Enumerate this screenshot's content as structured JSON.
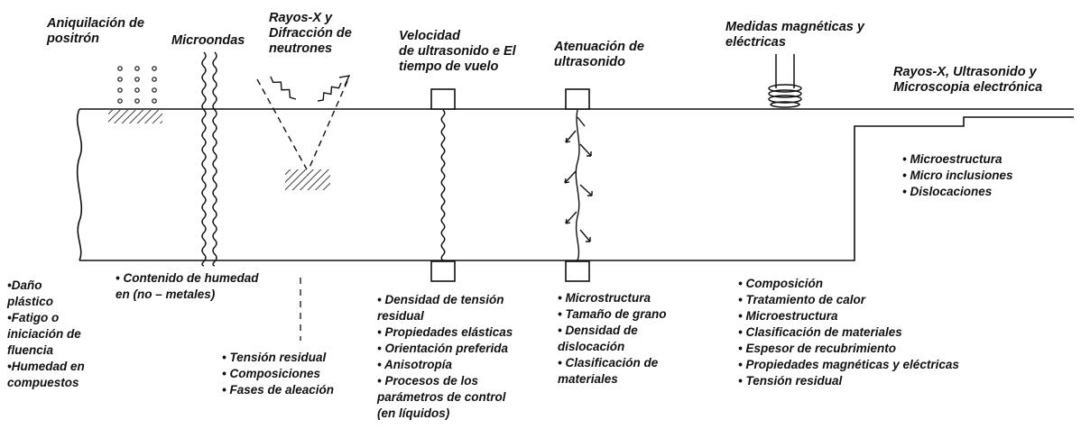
{
  "techniques": {
    "positron": [
      "Aniquilación de",
      "positrón"
    ],
    "microwaves": [
      "Microondas"
    ],
    "xray_neutron": [
      "Rayos-X y",
      "Difracción de",
      "neutrones"
    ],
    "ultrasonic_velocity": [
      "Velocidad",
      "de ultrasonido e El",
      "tiempo de vuelo"
    ],
    "ultrasonic_attenuation": [
      "Atenuación de",
      "ultrasonido"
    ],
    "magnetic_electric": [
      "Medidas magnéticas y",
      "eléctricas"
    ],
    "xray_us_microscopy": [
      "Rayos-X, Ultrasonido y",
      "Microscopia electrónica"
    ]
  },
  "properties": {
    "positron": [
      "•Daño",
      "plástico",
      "•Fatigo  o",
      "iniciación de",
      "fluencia",
      "•Humedad en",
      "compuestos"
    ],
    "microwaves": [
      "• Contenido de humedad",
      "en (no – metales)"
    ],
    "xray_neutron": [
      "• Tensión residual",
      "• Composiciones",
      "• Fases de aleación"
    ],
    "ultrasonic_velocity": [
      "• Densidad de tensión",
      "  residual",
      "• Propiedades elásticas",
      "• Orientación preferida",
      "• Anisotropía",
      "• Procesos de los",
      "  parámetros de control",
      "  (en líquidos)"
    ],
    "ultrasonic_attenuation": [
      "• Microstructura",
      "• Tamaño de grano",
      "• Densidad de",
      "dislocación",
      "• Clasificación de",
      "materiales"
    ],
    "magnetic_electric": [
      "• Composición",
      "• Tratamiento de calor",
      "• Microestructura",
      "• Clasificación de materiales",
      "• Espesor de recubrimiento",
      "• Propiedades magnéticas y eléctricas",
      "• Tensión residual"
    ],
    "xray_us_microscopy": [
      "• Microestructura",
      "• Micro inclusiones",
      "• Dislocaciones"
    ]
  },
  "colors": {
    "ink": "#111111",
    "paper": "#ffffff"
  }
}
